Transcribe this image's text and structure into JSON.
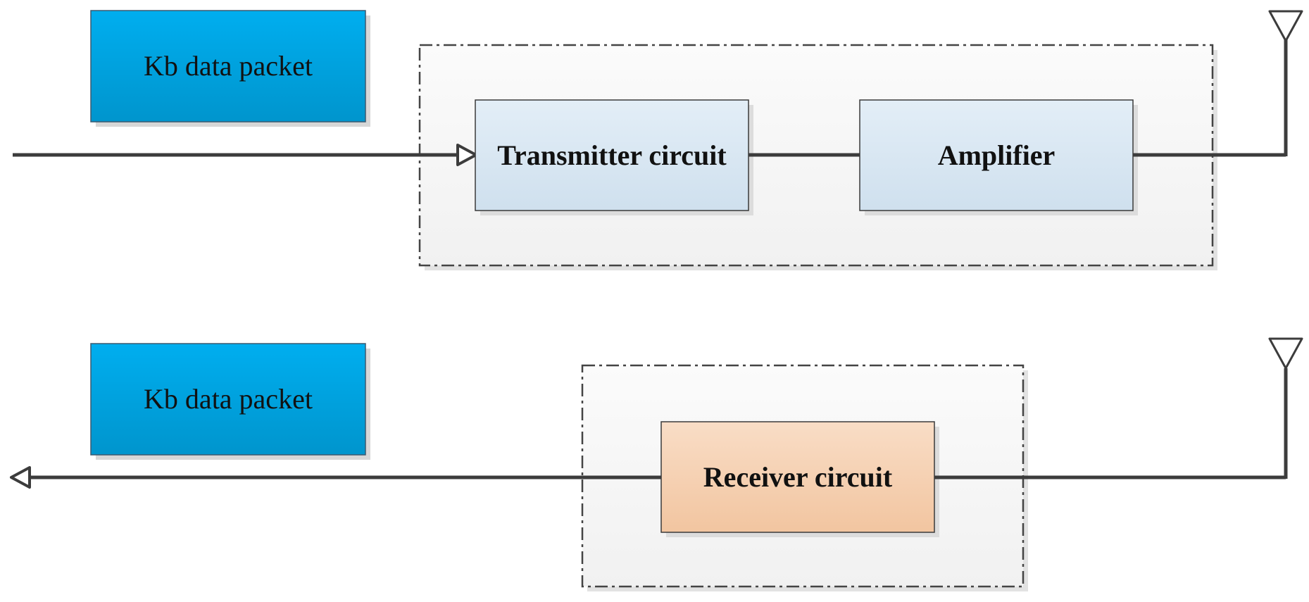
{
  "tx": {
    "packet_label": "Kb data packet",
    "transmitter_label": "Transmitter circuit",
    "amplifier_label": "Amplifier"
  },
  "rx": {
    "packet_label": "Kb data packet",
    "receiver_label": "Receiver circuit"
  },
  "colors": {
    "packet_fill_top": "#00aeef",
    "packet_fill_bottom": "#0095cd",
    "tx_block_top": "#e3eef7",
    "tx_block_bottom": "#cfe0ee",
    "rx_block_top": "#f9ddc6",
    "rx_block_bottom": "#f2c5a0",
    "line": "#3c3c3c"
  }
}
